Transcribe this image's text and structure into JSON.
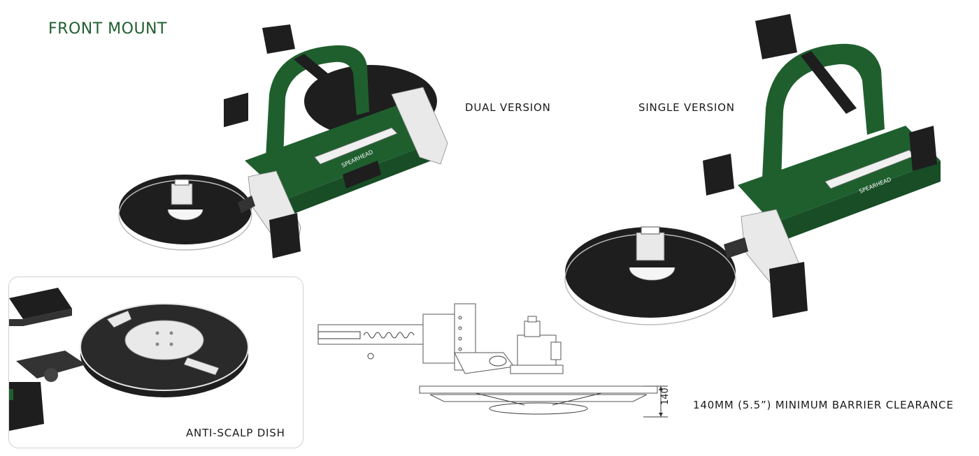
{
  "heading": "FRONT MOUNT",
  "labels": {
    "dual": "DUAL VERSION",
    "single": "SINGLE VERSION",
    "antiscalp": "ANTI-SCALP DISH",
    "clearance": "140MM (5.5”) MINIMUM BARRIER CLEARANCE",
    "dimension": "140",
    "brand": "SPEARHEAD"
  },
  "colors": {
    "green": "#1f5f2e",
    "green_dark": "#184d25",
    "black": "#1e1e1e",
    "grey": "#e9e9e9"
  }
}
